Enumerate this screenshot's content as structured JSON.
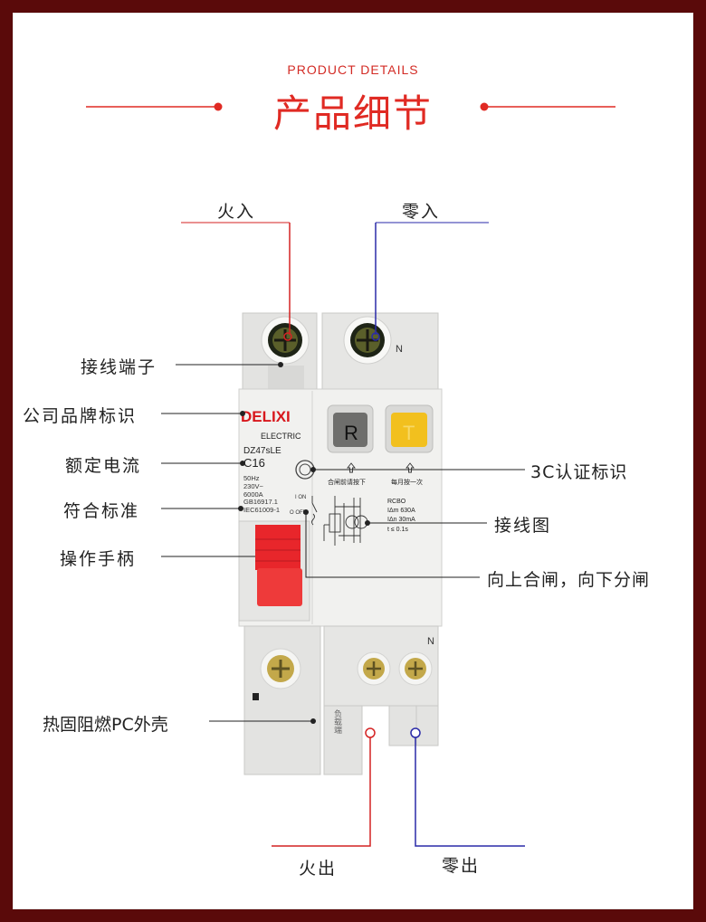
{
  "header": {
    "subtitle": "PRODUCT DETAILS",
    "title": "产品细节"
  },
  "labels": {
    "live_in": "火入",
    "neutral_in": "零入",
    "terminal": "接线端子",
    "brand": "公司品牌标识",
    "rated_current": "额定电流",
    "standard": "符合标准",
    "handle": "操作手柄",
    "housing": "热固阻燃PC外壳",
    "cert": "3C认证标识",
    "wiring": "接线图",
    "operation": "向上合闸，向下分闸",
    "live_out": "火出",
    "neutral_out": "零出"
  },
  "device": {
    "brand": "DELIXI",
    "brand_sub": "ELECTRIC",
    "model": "DZ47sLE",
    "rating": "C16",
    "spec1": "50Hz",
    "spec2": "230V~",
    "spec3": "6000A",
    "spec4": "GB16917.1",
    "spec5": "IEC61009-1",
    "on_label": "I ON",
    "off_label": "O OFF",
    "btn_r": "R",
    "btn_t": "T",
    "r_caption": "合闸前请按下",
    "t_caption": "每月按一次",
    "rcbo": "RCBO",
    "rcbo1": "IΔm 630A",
    "rcbo2": "IΔn 30mA",
    "rcbo3": "t ≤ 0.1s",
    "n_top": "N",
    "n_bottom": "N",
    "load_text": "负载端"
  },
  "colors": {
    "accent_red": "#e02a23",
    "live_line": "#d42222",
    "neutral_line": "#2a2aa8",
    "handle_red": "#e8262b",
    "test_yellow": "#f2c01e"
  }
}
